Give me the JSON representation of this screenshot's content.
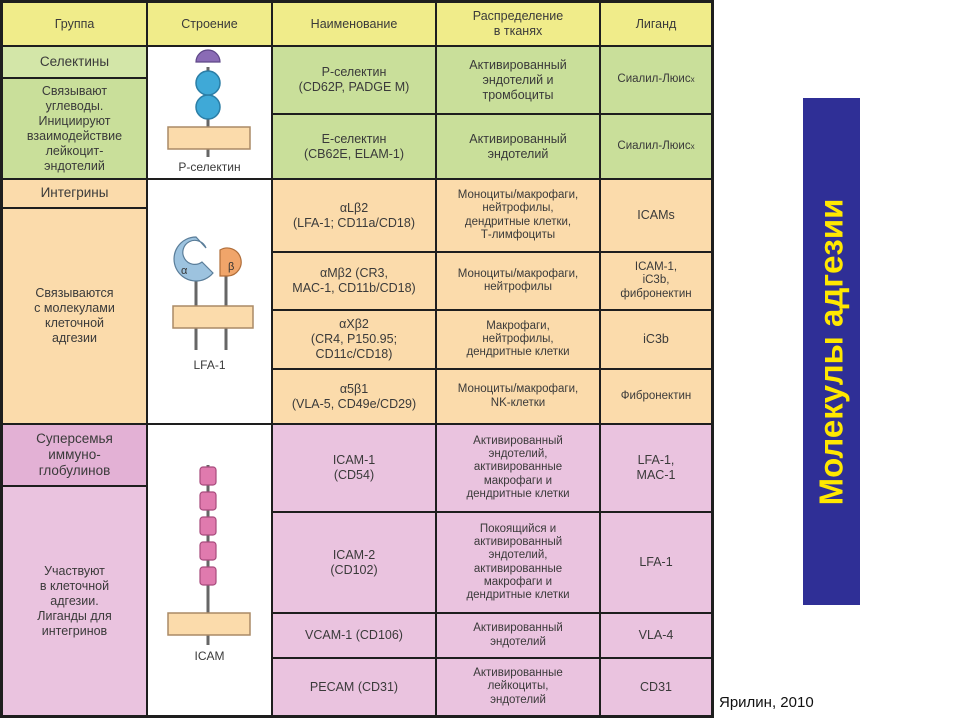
{
  "headers": {
    "group": "Группа",
    "structure": "Строение",
    "name": "Наименование",
    "distribution": "Распределение\nв тканях",
    "ligand": "Лиганд"
  },
  "selectins": {
    "title": "Селектины",
    "description": "Связывают\nуглеводы.\nИнициируют\nвзаимодействие\nлейкоцит-\nэндотелий",
    "structure_label": "Р-селектин",
    "rows": [
      {
        "name": "Р-селектин\n(CD62P, PADGE M)",
        "distribution": "Активированный\nэндотелий и\nтромбоциты",
        "ligand": "Сиалил-Люис",
        "ligand_sup": "x"
      },
      {
        "name": "Е-селектин\n(CB62E, ELAM-1)",
        "distribution": "Активированный\nэндотелий",
        "ligand": "Сиалил-Люис",
        "ligand_sup": "x"
      }
    ]
  },
  "integrins": {
    "title": "Интегрины",
    "description": "Связываются\nс молекулами\nклеточной\nадгезии",
    "structure_label": "LFA-1",
    "alpha_symbol": "α",
    "beta_symbol": "β",
    "rows": [
      {
        "name_main": "αLβ2",
        "name": "(LFA-1; CD11a/CD18)",
        "distribution": "Моноциты/макрофаги,\nнейтрофилы,\nдендритные клетки,\nТ-лимфоциты",
        "ligand": "ICAMs"
      },
      {
        "name_main": "αMβ2 (CR3,",
        "name": "MAC-1, CD11b/CD18)",
        "distribution": "Моноциты/макрофаги,\nнейтрофилы",
        "ligand": "ICAM-1,\niC3b,\nфибронектин"
      },
      {
        "name_main": "αXβ2",
        "name": "(CR4, P150.95;\nCD11c/CD18)",
        "distribution": "Макрофаги,\nнейтрофилы,\nдендритные клетки",
        "ligand": "iC3b"
      },
      {
        "name_main": "α5β1",
        "name": "(VLA-5, CD49e/CD29)",
        "distribution": "Моноциты/макрофаги,\nNK-клетки",
        "ligand": "Фибронектин"
      }
    ]
  },
  "ig_superfamily": {
    "title": "Суперсемья\nиммуно-\nглобулинов",
    "description": "Участвуют\nв клеточной\nадгезии.\nЛиганды для\nинтегринов",
    "structure_label": "ICAM",
    "rows": [
      {
        "name": "ICAM-1\n(CD54)",
        "distribution": "Активированный\nэндотелий,\nактивированные\nмакрофаги и\nдендритные клетки",
        "ligand": "LFA-1,\nMAC-1"
      },
      {
        "name": "ICAM-2\n(CD102)",
        "distribution": "Покоящийся и\nактивированный\nэндотелий,\nактивированные\nмакрофаги и\nдендритные клетки",
        "ligand": "LFA-1"
      },
      {
        "name": "VCAM-1 (CD106)",
        "distribution": "Активированный\nэндотелий",
        "ligand": "VLA-4"
      },
      {
        "name": "PECAM (CD31)",
        "distribution": "Активированные\nлейкоциты,\nэндотелий",
        "ligand": "CD31"
      }
    ]
  },
  "side_title": "Молекулы адгезии",
  "citation": "Ярилин, 2010",
  "colors": {
    "header": "#f0ec8a",
    "selectins": "#c9df9a",
    "integrins": "#fbdbab",
    "ig_superfamily": "#eac3df",
    "side_panel": "#2f2f96",
    "side_title": "#ffe800"
  }
}
